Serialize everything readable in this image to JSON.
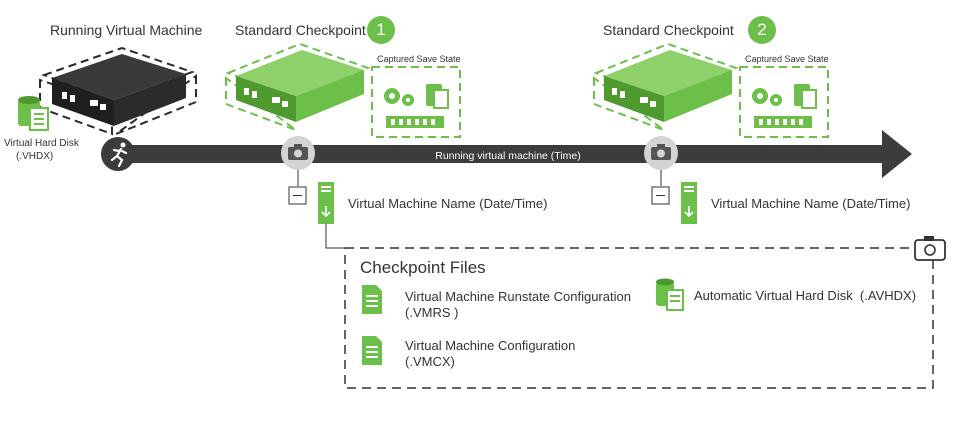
{
  "running_vm": {
    "title": "Running Virtual Machine",
    "disk_label_line1": "Virtual Hard Disk",
    "disk_label_line2": "(.VHDX)"
  },
  "checkpoints": [
    {
      "title": "Standard Checkpoint",
      "number": "1",
      "save_state_label": "Captured Save State",
      "vm_name": "Virtual Machine Name (Date/Time)"
    },
    {
      "title": "Standard Checkpoint",
      "number": "2",
      "save_state_label": "Captured Save State",
      "vm_name": "Virtual Machine Name (Date/Time)"
    }
  ],
  "timeline": {
    "label": "Running virtual machine (Time)"
  },
  "checkpoint_files": {
    "title": "Checkpoint Files",
    "items": [
      {
        "line1": "Virtual Machine Runstate Configuration",
        "line2": "(.VMRS )"
      },
      {
        "line1": "Virtual Machine Configuration",
        "line2": "(.VMCX)"
      },
      {
        "line1": "Automatic Virtual Hard Disk  (.AVHDX)"
      }
    ]
  },
  "colors": {
    "green": "#6cc04a",
    "dark": "#2b2b2b",
    "arrow": "#3c3c3c",
    "grey": "#cfcfcf"
  },
  "icons": [
    "running-person-icon",
    "camera-icon",
    "gear-icon",
    "database-icon",
    "document-icon",
    "memory-icon",
    "server-icon"
  ]
}
